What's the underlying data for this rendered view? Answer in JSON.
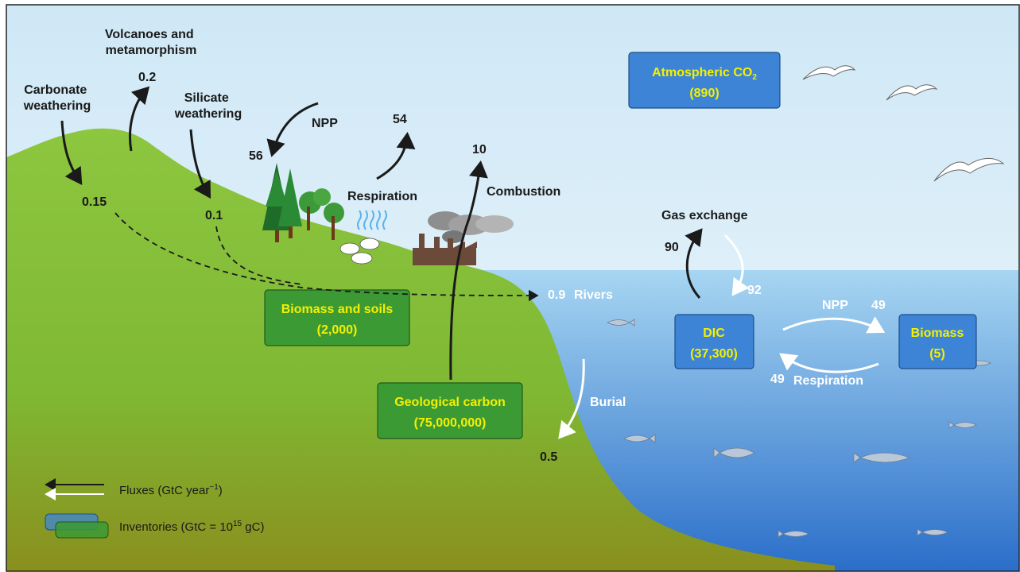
{
  "colors": {
    "sky_top": "#d5ecf7",
    "ocean_top": "#a7d6f2",
    "ocean_bottom": "#2a6ec9",
    "land_top": "#8dc63f",
    "land_bottom": "#8a9a1e",
    "box_green": "#3c9a35",
    "box_blue": "#3d84d6",
    "box_text": "#f4f000",
    "arrow_dark": "#1a1a1a",
    "arrow_light": "#ffffff"
  },
  "inventories": {
    "atmosphere": {
      "title": "Atmospheric CO",
      "subscript": "2",
      "value": "(890)"
    },
    "biomass_soils": {
      "title": "Biomass and soils",
      "value": "(2,000)"
    },
    "geological": {
      "title": "Geological carbon",
      "value": "(75,000,000)"
    },
    "dic": {
      "title": "DIC",
      "value": "(37,300)"
    },
    "ocean_biomass": {
      "title": "Biomass",
      "value": "(5)"
    }
  },
  "processes": {
    "carbonate_weathering": [
      "Carbonate",
      "weathering"
    ],
    "volcanoes": [
      "Volcanoes and",
      "metamorphism"
    ],
    "silicate_weathering": [
      "Silicate",
      "weathering"
    ],
    "npp_land": "NPP",
    "respiration_land": "Respiration",
    "combustion": "Combustion",
    "rivers": "Rivers",
    "gas_exchange": "Gas exchange",
    "npp_ocean": "NPP",
    "respiration_ocean": "Respiration",
    "burial": "Burial"
  },
  "fluxes": {
    "carbonate_weathering": "0.15",
    "volcanoes": "0.2",
    "silicate_weathering": "0.1",
    "npp_land": "56",
    "respiration_land": "54",
    "combustion": "10",
    "rivers": "0.9",
    "gas_exchange_out": "90",
    "gas_exchange_in": "92",
    "npp_ocean": "49",
    "respiration_ocean": "49",
    "burial": "0.5"
  },
  "legend": {
    "fluxes_text": "Fluxes (GtC year",
    "fluxes_sup": "−1",
    "fluxes_close": ")",
    "inventories_text": "Inventories (GtC = 10",
    "inventories_sup": "15",
    "inventories_close": " gC)"
  }
}
